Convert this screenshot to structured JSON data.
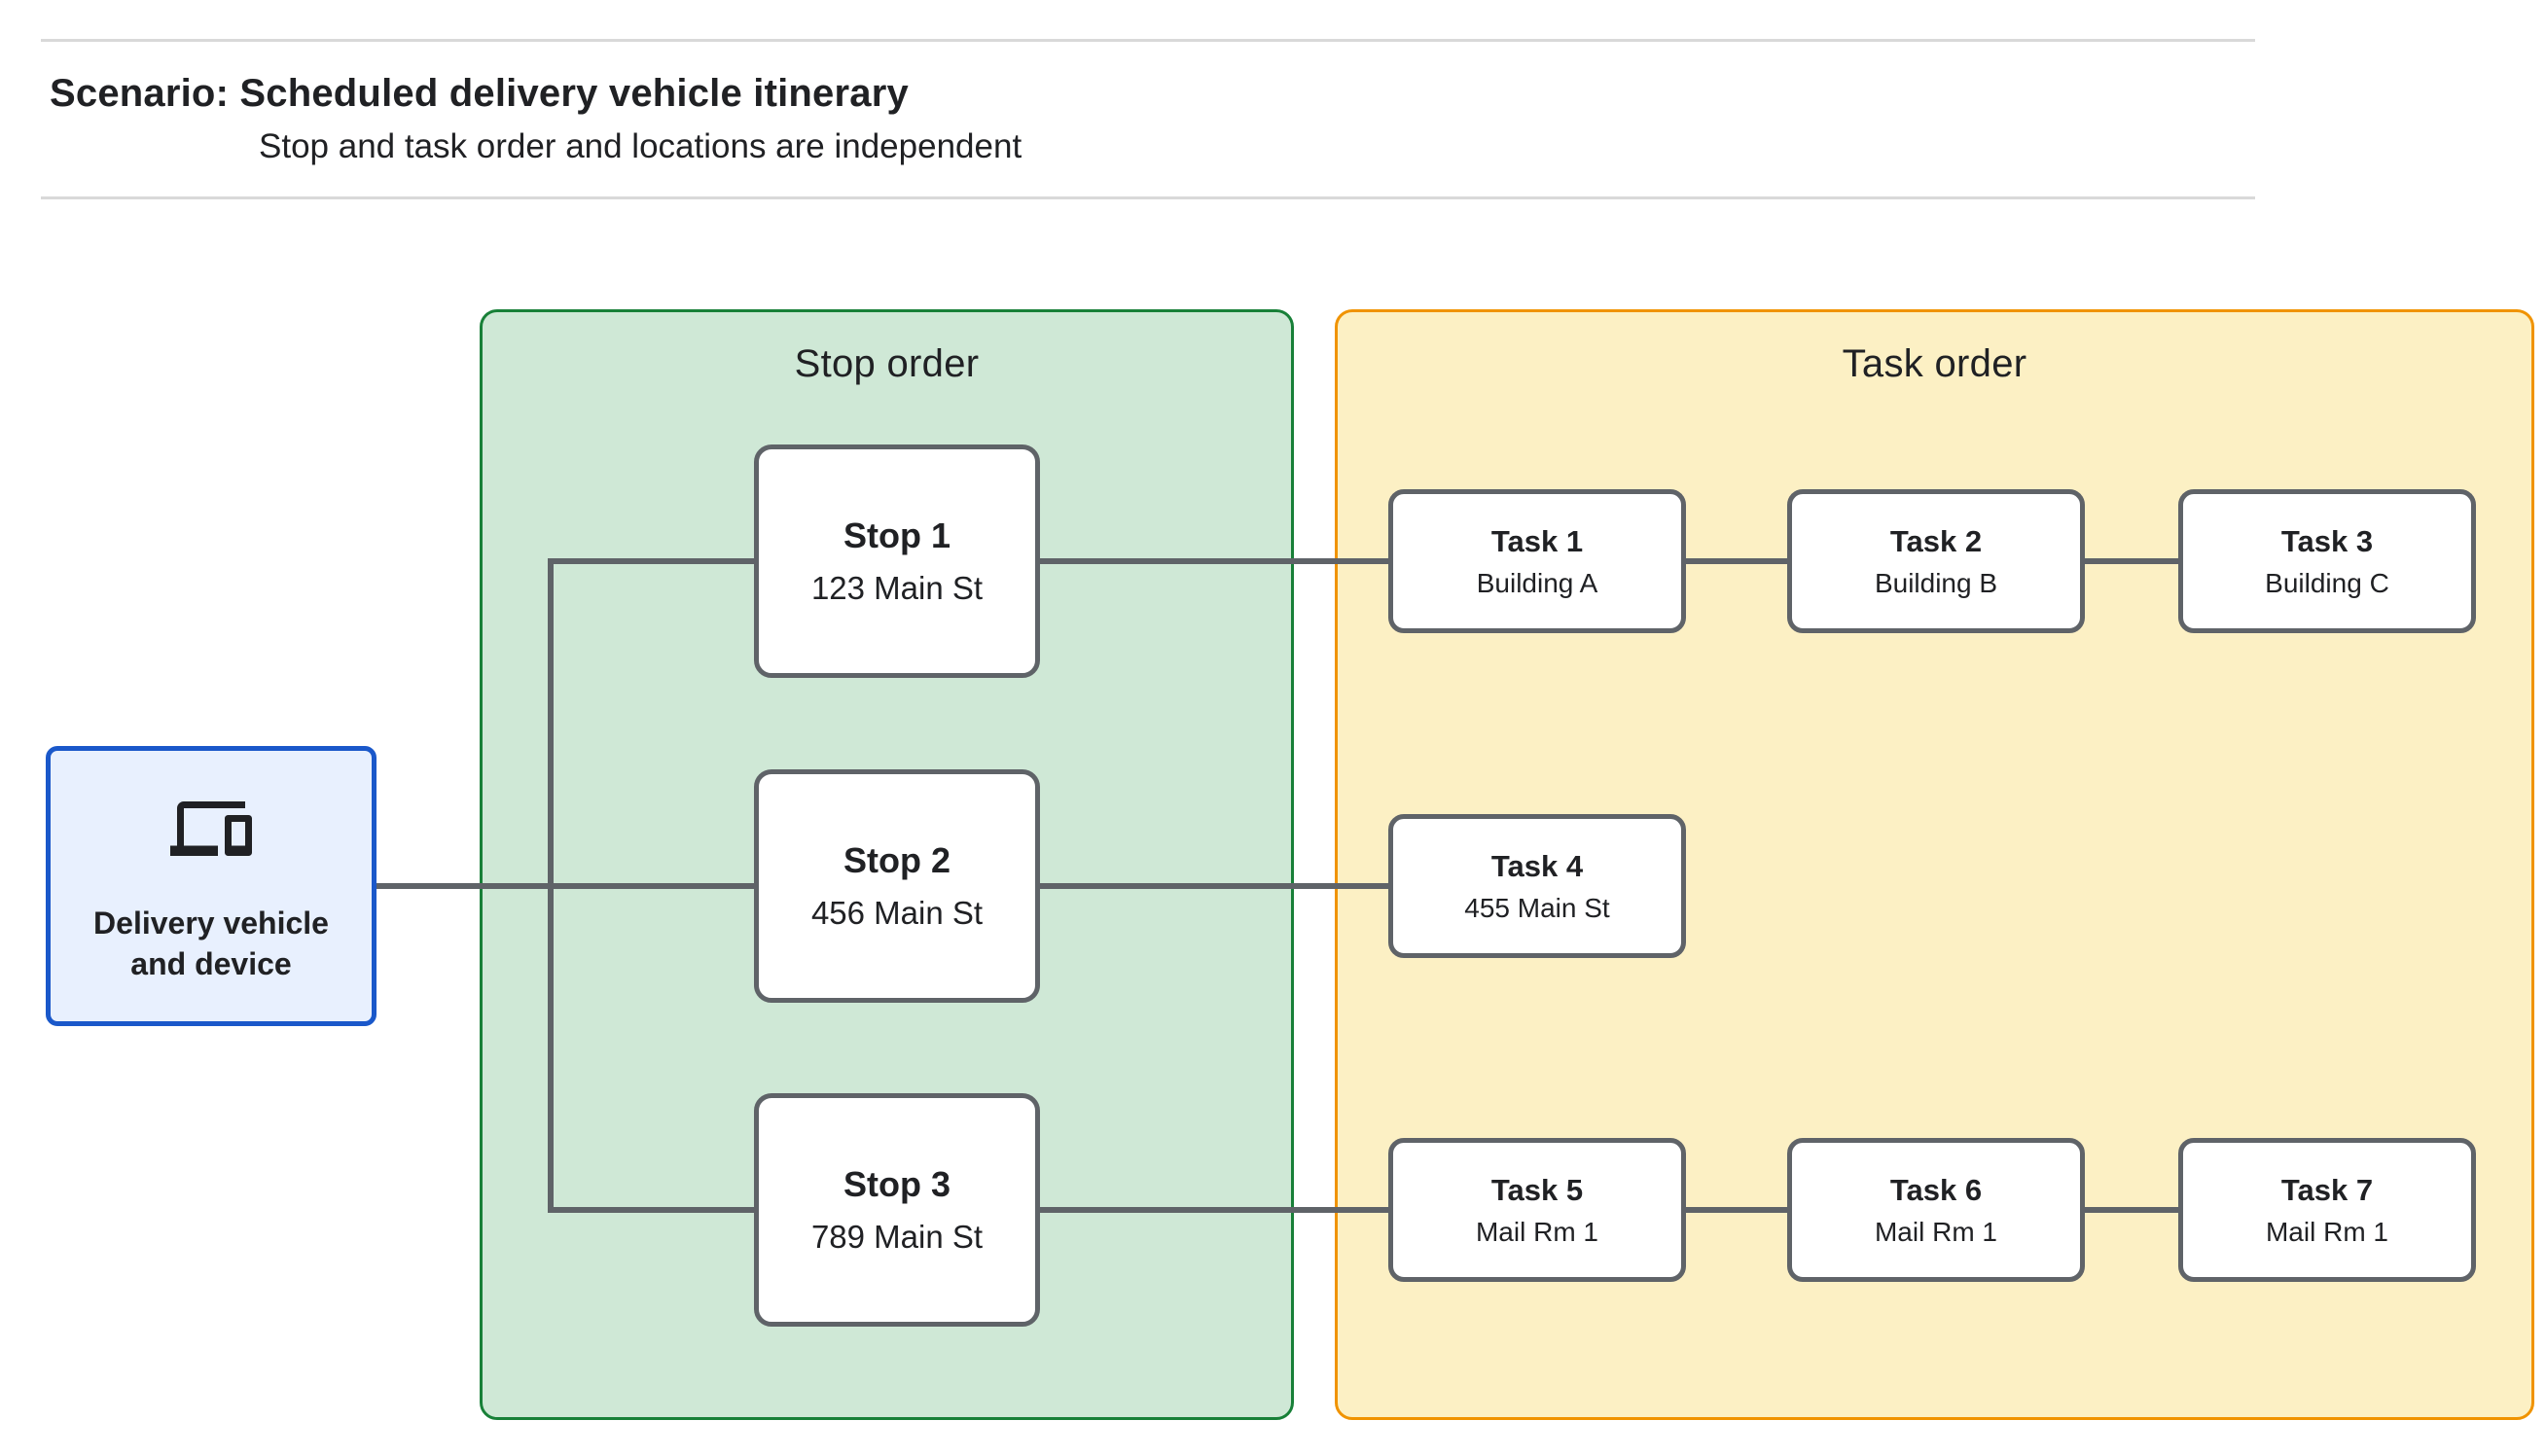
{
  "header": {
    "title": "Scenario: Scheduled delivery vehicle itinerary",
    "subtitle": "Stop and task order and locations are independent"
  },
  "device": {
    "label": "Delivery vehicle and device",
    "icon": "devices-icon"
  },
  "stop_panel": {
    "title": "Stop order",
    "fill_color": "#cfe8d6",
    "border_color": "#188038",
    "stops": [
      {
        "name": "Stop 1",
        "location": "123 Main St"
      },
      {
        "name": "Stop 2",
        "location": "456 Main St"
      },
      {
        "name": "Stop 3",
        "location": "789 Main St"
      }
    ]
  },
  "task_panel": {
    "title": "Task order",
    "fill_color": "#fcf0c4",
    "border_color": "#f09300",
    "tasks": [
      {
        "name": "Task 1",
        "location": "Building A"
      },
      {
        "name": "Task 2",
        "location": "Building B"
      },
      {
        "name": "Task 3",
        "location": "Building C"
      },
      {
        "name": "Task 4",
        "location": "455 Main St"
      },
      {
        "name": "Task 5",
        "location": "Mail Rm 1"
      },
      {
        "name": "Task 6",
        "location": "Mail Rm 1"
      },
      {
        "name": "Task 7",
        "location": "Mail Rm 1"
      }
    ]
  },
  "edges": [
    "device -> stop order branch",
    "Stop 1 -> Task 1",
    "Task 1 -> Task 2",
    "Task 2 -> Task 3",
    "Stop 2 -> Task 4",
    "Stop 3 -> Task 5",
    "Task 5 -> Task 6",
    "Task 6 -> Task 7"
  ],
  "colors": {
    "connector": "#5f6368",
    "node_border": "#5f6368",
    "device_fill": "#e8f0fe",
    "device_border": "#1a58ca",
    "text": "#202124",
    "divider": "#d9d9d9"
  }
}
